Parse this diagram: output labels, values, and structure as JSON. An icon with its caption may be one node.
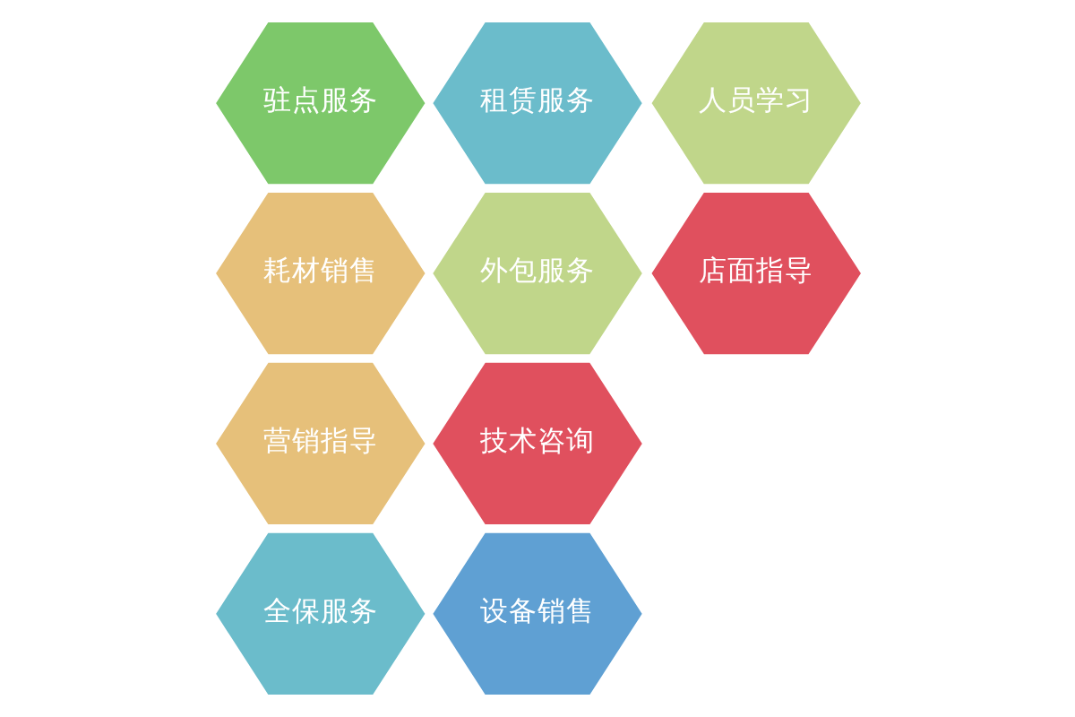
{
  "diagram": {
    "nodes": [
      {
        "text": [
          "驻点服务"
        ]
      },
      {
        "text": [
          "耗材销售"
        ]
      },
      {
        "text": [
          "营销指导"
        ]
      },
      {
        "text": [
          "全保服务"
        ]
      },
      {
        "text": [
          "租赁服务"
        ]
      },
      {
        "text": [
          "外包服务"
        ]
      },
      {
        "text": [
          "技术咨询"
        ]
      },
      {
        "text": [
          "设备销售"
        ]
      },
      {
        "text": [
          "人员学习"
        ]
      },
      {
        "text": [
          "店面指导"
        ]
      }
    ]
  }
}
